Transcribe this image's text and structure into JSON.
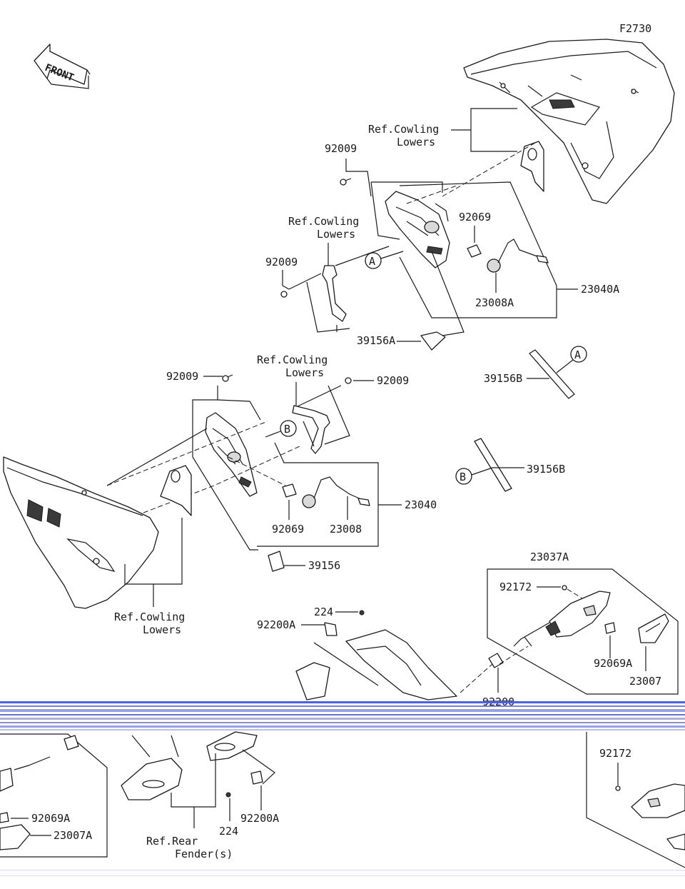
{
  "figure_code": "F2730",
  "front_arrow_label": "FRONT",
  "labels": {
    "ref_cowling_lowers_1_a": "Ref.Cowling",
    "ref_cowling_lowers_1_b": "Lowers",
    "ref_cowling_lowers_2_a": "Ref.Cowling",
    "ref_cowling_lowers_2_b": "Lowers",
    "ref_cowling_lowers_3_a": "Ref.Cowling",
    "ref_cowling_lowers_3_b": "Lowers",
    "ref_cowling_lowers_4_a": "Ref.Cowling",
    "ref_cowling_lowers_4_b": "Lowers",
    "ref_rear_fender_a": "Ref.Rear",
    "ref_rear_fender_b": "Fender(s)"
  },
  "parts": {
    "p92009_top": "92009",
    "p92009_mid": "92009",
    "p92009_left2": "92009",
    "p92009_right2": "92009",
    "p92069_top": "92069",
    "p23008A": "23008A",
    "p23040A": "23040A",
    "p39156A": "39156A",
    "p39156B_top": "39156B",
    "p39156B_bot": "39156B",
    "p92069_mid": "92069",
    "p23008": "23008",
    "p23040": "23040",
    "p39156": "39156",
    "p23037A": "23037A",
    "p92172_top": "92172",
    "p92069A_top": "92069A",
    "p23007": "23007",
    "p224_top": "224",
    "p92200A_top": "92200A",
    "p92200_cut": "92200",
    "p92069A_bot": "92069A",
    "p23007A": "23007A",
    "p224_bot": "224",
    "p92200A_bot": "92200A",
    "p92172_bot": "92172"
  },
  "markers": {
    "a_top": "A",
    "a_right": "A",
    "b_mid": "B",
    "b_right": "B"
  }
}
